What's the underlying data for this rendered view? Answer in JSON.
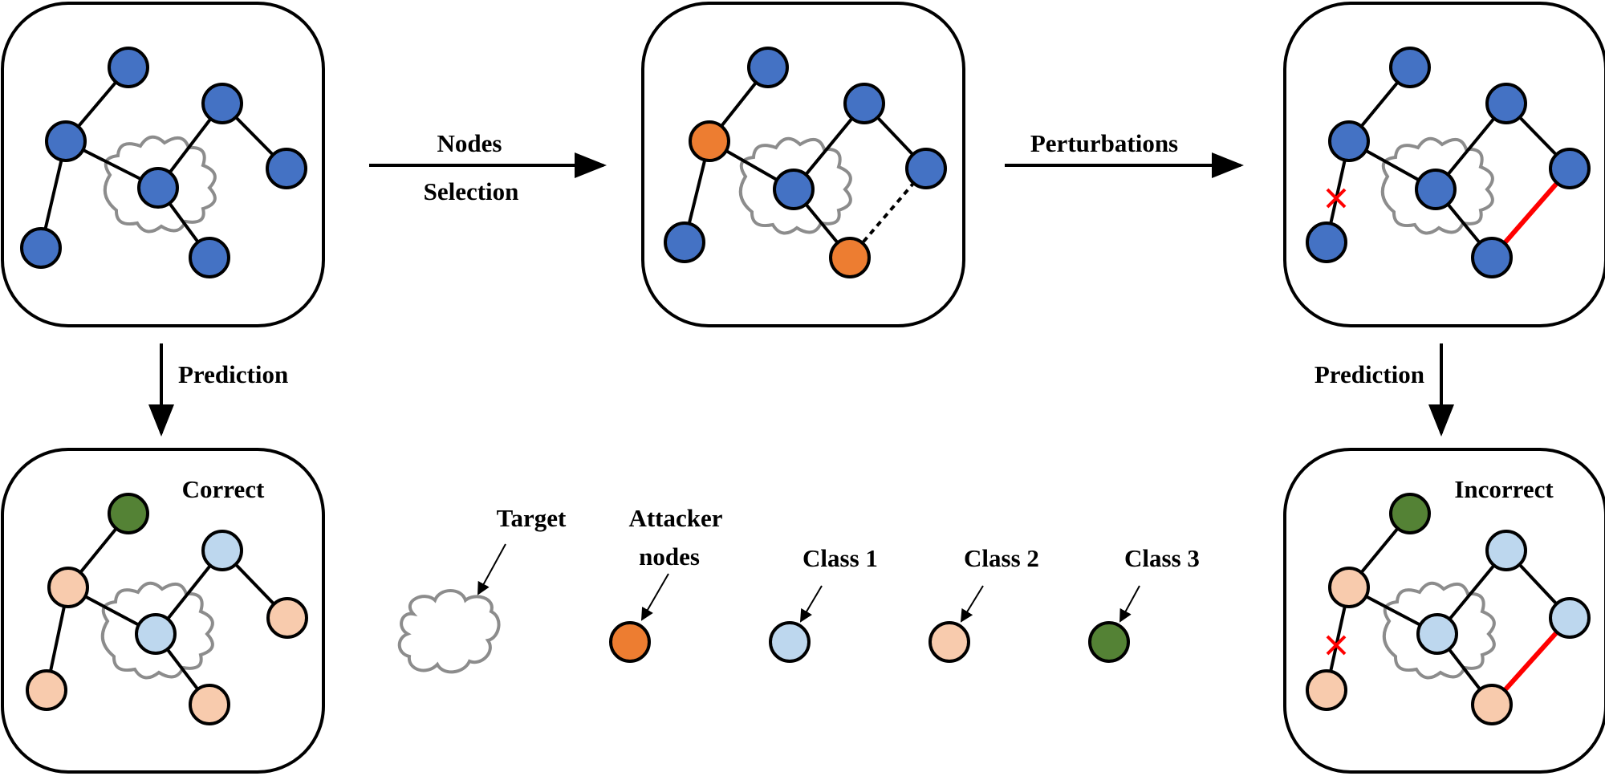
{
  "colors": {
    "node_default": "#4472c4",
    "attacker": "#ed7d31",
    "class1": "#bdd7ee",
    "class2": "#f8cbad",
    "class3": "#548235",
    "perturbation": "#ff0000",
    "cloud": "#8c8c8c"
  },
  "arrows": {
    "nodes_selection_line1": "Nodes",
    "nodes_selection_line2": "Selection",
    "perturbations": "Perturbations",
    "prediction_left": "Prediction",
    "prediction_right": "Prediction"
  },
  "results": {
    "correct": "Correct",
    "incorrect": "Incorrect"
  },
  "legend": {
    "target": "Target",
    "attacker_line1": "Attacker",
    "attacker_line2": "nodes",
    "class1": "Class 1",
    "class2": "Class 2",
    "class3": "Class 3"
  },
  "panels": [
    {
      "id": "original",
      "node_colors": [
        "default",
        "default",
        "default",
        "default",
        "default",
        "default",
        "default"
      ]
    },
    {
      "id": "selection",
      "node_colors": [
        "default",
        "attacker",
        "default",
        "default",
        "default",
        "default",
        "attacker"
      ]
    },
    {
      "id": "perturbed",
      "node_colors": [
        "default",
        "default",
        "default",
        "default",
        "default",
        "default",
        "default"
      ]
    },
    {
      "id": "prediction-correct",
      "node_colors": [
        "class3",
        "class2",
        "class2",
        "class1",
        "class1",
        "class2",
        "class2"
      ]
    },
    {
      "id": "prediction-incorrect",
      "node_colors": [
        "class3",
        "class2",
        "class2",
        "class1",
        "class1",
        "class1",
        "class2"
      ]
    }
  ]
}
